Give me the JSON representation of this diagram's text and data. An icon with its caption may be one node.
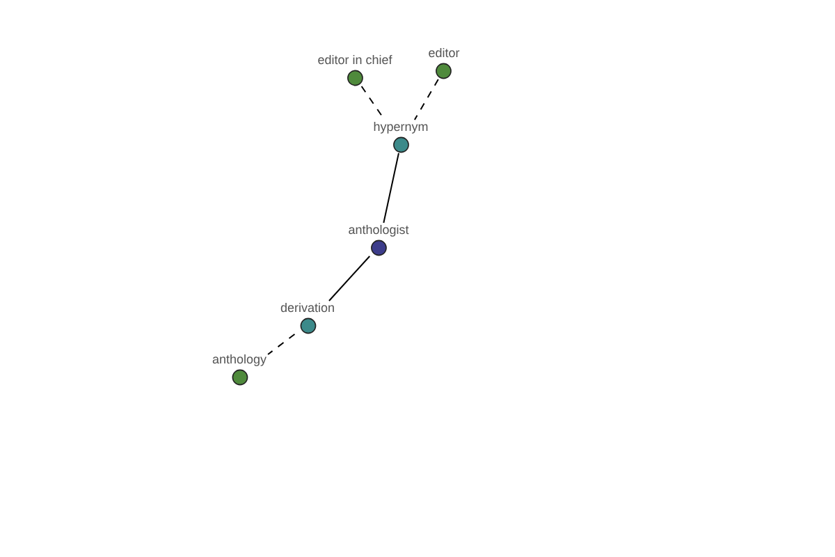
{
  "diagram": {
    "nodes": [
      {
        "text": [
          "editor in chief"
        ]
      },
      {
        "text": [
          "editor"
        ]
      },
      {
        "text": [
          "hypernym"
        ]
      },
      {
        "text": [
          "anthologist"
        ]
      },
      {
        "text": [
          "derivation"
        ]
      },
      {
        "text": [
          "anthology"
        ]
      }
    ],
    "edges": [
      {
        "from": 0,
        "to": 2,
        "arrow": "none",
        "style": "dashed"
      },
      {
        "from": 1,
        "to": 2,
        "arrow": "none",
        "style": "dashed"
      },
      {
        "from": 2,
        "to": 3,
        "arrow": "none"
      },
      {
        "from": 3,
        "to": 4,
        "arrow": "none"
      },
      {
        "from": 4,
        "to": 5,
        "arrow": "none",
        "style": "dashed"
      }
    ]
  }
}
